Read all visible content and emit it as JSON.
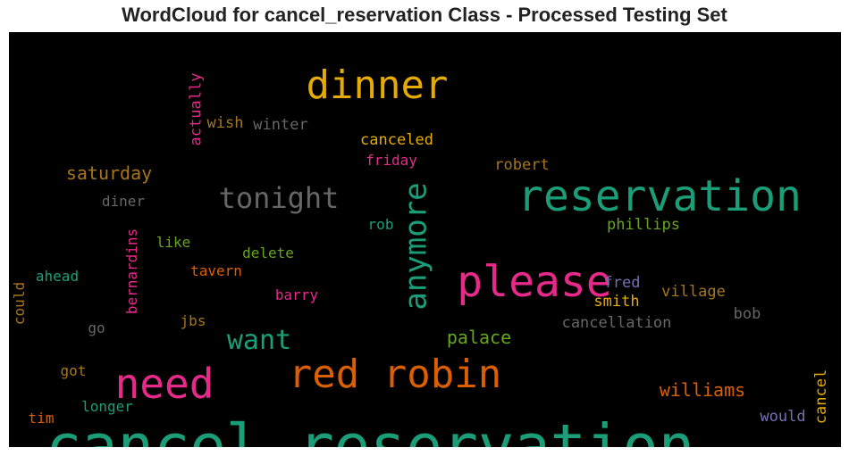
{
  "chart_data": {
    "type": "wordcloud",
    "title": "WordCloud for cancel_reservation Class - Processed Testing Set",
    "background": "#000000",
    "words": [
      {
        "text": "cancel reservation",
        "color": "#1b9e77",
        "size": 67,
        "orientation": "horizontal"
      },
      {
        "text": "reservation",
        "color": "#1b9e77",
        "size": 48,
        "orientation": "horizontal"
      },
      {
        "text": "red robin",
        "color": "#d95f02",
        "size": 44,
        "orientation": "horizontal"
      },
      {
        "text": "please",
        "color": "#e7298a",
        "size": 48,
        "orientation": "horizontal"
      },
      {
        "text": "need",
        "color": "#e7298a",
        "size": 46,
        "orientation": "horizontal"
      },
      {
        "text": "dinner",
        "color": "#e6ab02",
        "size": 44,
        "orientation": "horizontal"
      },
      {
        "text": "anymore",
        "color": "#1b9e77",
        "size": 34,
        "orientation": "vertical"
      },
      {
        "text": "tonight",
        "color": "#666666",
        "size": 32,
        "orientation": "horizontal"
      },
      {
        "text": "want",
        "color": "#1b9e77",
        "size": 30,
        "orientation": "horizontal"
      },
      {
        "text": "williams",
        "color": "#d95f02",
        "size": 20,
        "orientation": "horizontal"
      },
      {
        "text": "palace",
        "color": "#66a61e",
        "size": 20,
        "orientation": "horizontal"
      },
      {
        "text": "saturday",
        "color": "#a6761d",
        "size": 20,
        "orientation": "horizontal"
      },
      {
        "text": "cancellation",
        "color": "#666666",
        "size": 17,
        "orientation": "horizontal"
      },
      {
        "text": "canceled",
        "color": "#e6ab02",
        "size": 17,
        "orientation": "horizontal"
      },
      {
        "text": "phillips",
        "color": "#66a61e",
        "size": 17,
        "orientation": "horizontal"
      },
      {
        "text": "village",
        "color": "#a6761d",
        "size": 17,
        "orientation": "horizontal"
      },
      {
        "text": "robert",
        "color": "#a6761d",
        "size": 17,
        "orientation": "horizontal"
      },
      {
        "text": "bob",
        "color": "#666666",
        "size": 17,
        "orientation": "horizontal"
      },
      {
        "text": "fred",
        "color": "#7570b3",
        "size": 17,
        "orientation": "horizontal"
      },
      {
        "text": "smith",
        "color": "#e6ab02",
        "size": 17,
        "orientation": "horizontal"
      },
      {
        "text": "would",
        "color": "#7570b3",
        "size": 17,
        "orientation": "horizontal"
      },
      {
        "text": "cancel",
        "color": "#e6ab02",
        "size": 17,
        "orientation": "vertical"
      },
      {
        "text": "winter",
        "color": "#666666",
        "size": 17,
        "orientation": "horizontal"
      },
      {
        "text": "wish",
        "color": "#a6761d",
        "size": 17,
        "orientation": "horizontal"
      },
      {
        "text": "actually",
        "color": "#e7298a",
        "size": 17,
        "orientation": "vertical"
      },
      {
        "text": "friday",
        "color": "#e7298a",
        "size": 16,
        "orientation": "horizontal"
      },
      {
        "text": "rob",
        "color": "#1b9e77",
        "size": 16,
        "orientation": "horizontal"
      },
      {
        "text": "delete",
        "color": "#66a61e",
        "size": 16,
        "orientation": "horizontal"
      },
      {
        "text": "like",
        "color": "#66a61e",
        "size": 16,
        "orientation": "horizontal"
      },
      {
        "text": "diner",
        "color": "#666666",
        "size": 16,
        "orientation": "horizontal"
      },
      {
        "text": "bernardins",
        "color": "#e7298a",
        "size": 16,
        "orientation": "vertical"
      },
      {
        "text": "tavern",
        "color": "#d95f02",
        "size": 16,
        "orientation": "horizontal"
      },
      {
        "text": "barry",
        "color": "#e7298a",
        "size": 16,
        "orientation": "horizontal"
      },
      {
        "text": "jbs",
        "color": "#a6761d",
        "size": 16,
        "orientation": "horizontal"
      },
      {
        "text": "go",
        "color": "#666666",
        "size": 16,
        "orientation": "horizontal"
      },
      {
        "text": "ahead",
        "color": "#1b9e77",
        "size": 16,
        "orientation": "horizontal"
      },
      {
        "text": "could",
        "color": "#a6761d",
        "size": 16,
        "orientation": "vertical"
      },
      {
        "text": "got",
        "color": "#a6761d",
        "size": 16,
        "orientation": "horizontal"
      },
      {
        "text": "longer",
        "color": "#1b9e77",
        "size": 16,
        "orientation": "horizontal"
      },
      {
        "text": "tim",
        "color": "#d95f02",
        "size": 16,
        "orientation": "horizontal"
      }
    ]
  }
}
